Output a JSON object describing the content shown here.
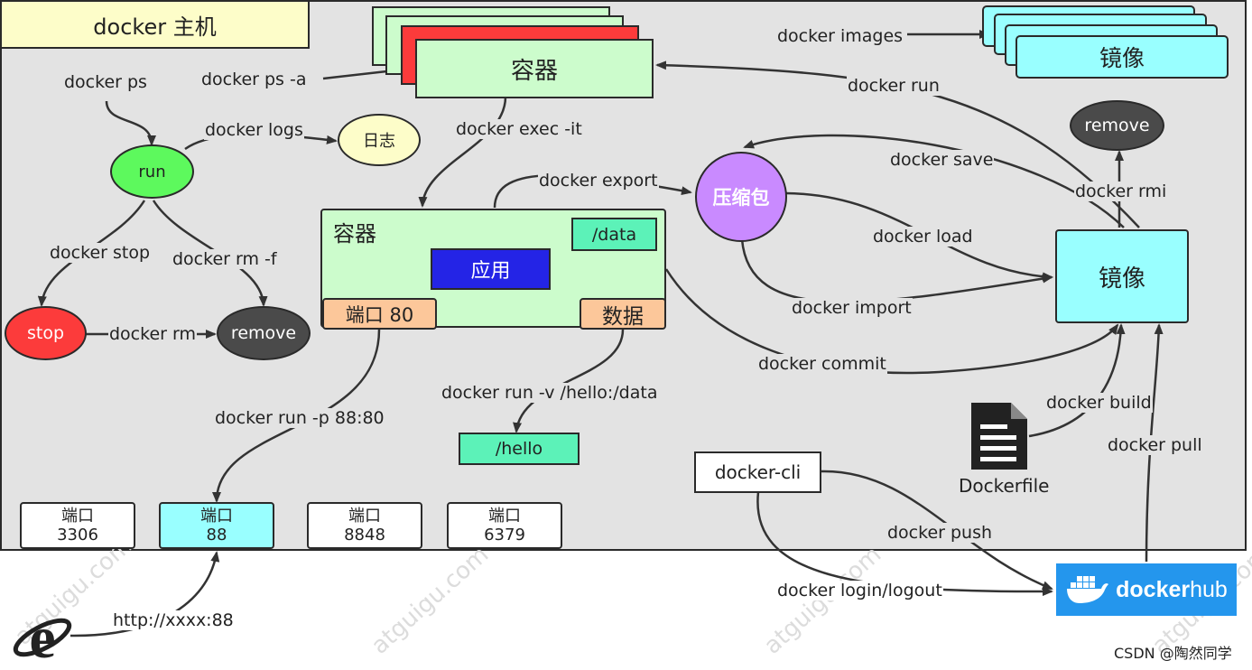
{
  "host": {
    "title": "docker 主机"
  },
  "container_top": {
    "label": "容器"
  },
  "container_main": {
    "label": "容器",
    "app": "应用",
    "data_dir": "/data",
    "port": "端口 80",
    "data": "数据"
  },
  "image_stack": {
    "label": "镜像"
  },
  "image_main": {
    "label": "镜像"
  },
  "remove_image": {
    "label": "remove"
  },
  "archive": {
    "label": "压缩包"
  },
  "log": {
    "label": "日志"
  },
  "states": {
    "run": "run",
    "stop": "stop",
    "remove": "remove"
  },
  "hello_dir": {
    "label": "/hello"
  },
  "dockerfile": {
    "label": "Dockerfile"
  },
  "docker_cli": {
    "label": "docker-cli"
  },
  "dockerhub": {
    "word1": "docker",
    "word2": "hub"
  },
  "ports": [
    {
      "title": "端口",
      "number": "3306",
      "highlight": false
    },
    {
      "title": "端口",
      "number": "88",
      "highlight": true
    },
    {
      "title": "端口",
      "number": "8848",
      "highlight": false
    },
    {
      "title": "端口",
      "number": "6379",
      "highlight": false
    }
  ],
  "commands": {
    "ps": "docker ps",
    "ps_a": "docker ps -a",
    "logs": "docker logs",
    "exec": "docker exec -it",
    "images": "docker images",
    "run": "docker run",
    "save": "docker save",
    "rmi": "docker rmi",
    "export": "docker export",
    "load": "docker load",
    "import": "docker import",
    "commit": "docker commit",
    "stop": "docker stop",
    "rm_f": "docker rm -f",
    "rm": "docker rm",
    "run_p": "docker run -p 88:80",
    "run_v": "docker run -v /hello:/data",
    "build": "docker build",
    "pull": "docker pull",
    "push": "docker push",
    "login": "docker login/logout",
    "http": "http://xxxx:88"
  },
  "watermarks": [
    "atguigu.com",
    "atguigu.com",
    "atguigu.com",
    "atguigu.com"
  ],
  "credit": "CSDN @陶然同学",
  "colors": {
    "host_bg": "#e3e3e3",
    "container_green": "#ccfccc",
    "image_cyan": "#99ffff",
    "run_green": "#5df95d",
    "stop_red": "#fc3b3b",
    "remove_gray": "#4a4a4a",
    "archive_purple": "#c98aff",
    "app_blue": "#2424e6",
    "port_orange": "#fcc79a",
    "data_teal": "#5cf2b8",
    "dockerhub_blue": "#2496ed"
  }
}
